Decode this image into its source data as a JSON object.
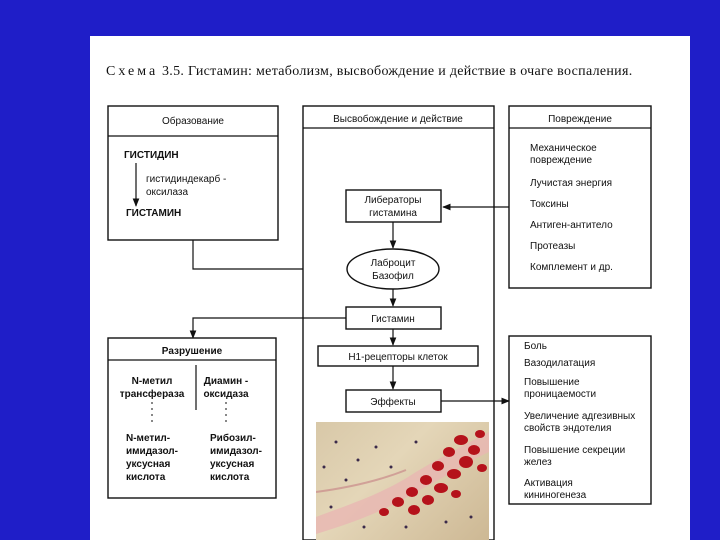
{
  "caption": {
    "label": "Схема",
    "number": "3.5.",
    "text": "Гистамин: метаболизм, высвобождение и действие в очаге воспаления."
  },
  "formation": {
    "title": "Образование",
    "histidine": "ГИСТИДИН",
    "enzyme_line1": "гистидиндекарб -",
    "enzyme_line2": "оксилаза",
    "histamine": "ГИСТАМИН"
  },
  "release": {
    "title": "Высвобождение и действие",
    "liberators_line1": "Либераторы",
    "liberators_line2": "гистамина",
    "cell_line1": "Лаброцит",
    "cell_line2": "Базофил",
    "histamine": "Гистамин",
    "receptors": "Н1-рецепторы клеток",
    "effects": "Эффекты"
  },
  "damage": {
    "title": "Повреждение",
    "items": [
      [
        "Механическое",
        "повреждение"
      ],
      [
        "Лучистая энергия"
      ],
      [
        "Токсины"
      ],
      [
        "Антиген-антитело"
      ],
      [
        "Протеазы"
      ],
      [
        "Комплемент и др."
      ]
    ]
  },
  "destruction": {
    "title": "Разрушение",
    "nmt_line1": "N-метил",
    "nmt_line2": "трансфераза",
    "dao_line1": "Диамин -",
    "dao_line2": "оксидаза",
    "prod1": [
      "N-метил-",
      "имидазол-",
      "уксусная",
      "кислота"
    ],
    "prod2": [
      "Рибозил-",
      "имидазол-",
      "уксусная",
      "кислота"
    ]
  },
  "effects": {
    "items": [
      [
        "Боль"
      ],
      [
        "Вазодилатация"
      ],
      [
        "Повышение",
        "проницаемости"
      ],
      [
        "Увеличение адгезивных",
        "свойств эндотелия"
      ],
      [
        "Повышение секреции",
        "желез"
      ],
      [
        "Активация",
        "кининогенеза"
      ]
    ]
  },
  "colors": {
    "background": "#1f1ec8",
    "sheet": "#ffffff",
    "cells": "#b5121b"
  }
}
